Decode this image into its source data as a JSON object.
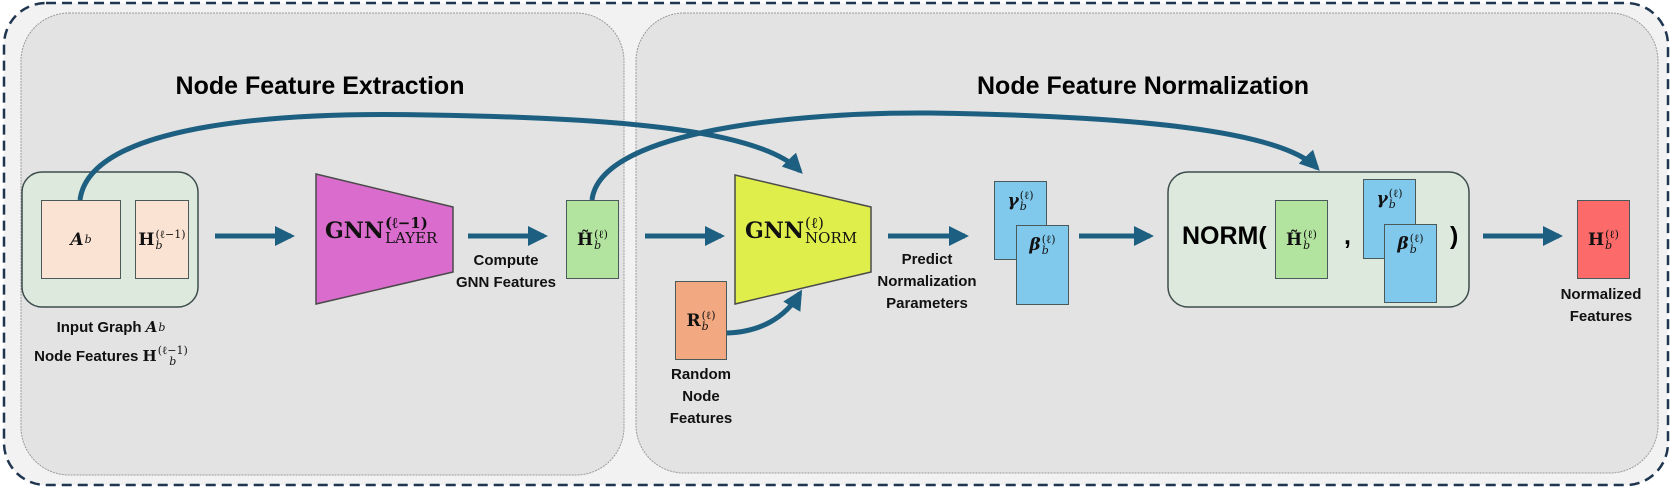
{
  "colors": {
    "accent_arrow": "#1d5f80",
    "panel": "#e3e3e3",
    "group": "#dde9dc",
    "input_box": "#fbe3d4",
    "gnn_layer": "#d96ccc",
    "gnn_norm": "#dfee4a",
    "h_tilde": "#b2e39f",
    "random": "#f2a982",
    "param": "#80c9ec",
    "output": "#fd6a6a",
    "outline": "#1f3550"
  },
  "panels": {
    "left_title": "Node Feature Extraction",
    "right_title": "Node Feature Normalization"
  },
  "input": {
    "adj": {
      "base": "A",
      "sub": "b",
      "sup": ""
    },
    "feat": {
      "base": "H",
      "sub": "b",
      "sup": "(ℓ−1)"
    },
    "caption_line1": "Input Graph",
    "caption_line1_math": {
      "base": "A",
      "sub": "b",
      "sup": ""
    },
    "caption_line2": "Node Features",
    "caption_line2_math": {
      "base": "H",
      "sub": "b",
      "sup": "(ℓ−1)"
    }
  },
  "gnn_layer": {
    "base": "GNN",
    "sup": "(ℓ−1)",
    "sub": "LAYER"
  },
  "compute_caption": [
    "Compute",
    "GNN Features"
  ],
  "h_tilde": {
    "base": "H̃",
    "sub": "b",
    "sup": "(ℓ)"
  },
  "gnn_norm": {
    "base": "GNN",
    "sup": "(ℓ)",
    "sub": "NORM"
  },
  "random": {
    "base": "R",
    "sub": "b",
    "sup": "(ℓ)",
    "caption": [
      "Random",
      "Node",
      "Features"
    ]
  },
  "predict_caption": [
    "Predict",
    "Normalization",
    "Parameters"
  ],
  "gamma": {
    "base": "γ",
    "sub": "b",
    "sup": "(ℓ)"
  },
  "beta": {
    "base": "β",
    "sub": "b",
    "sup": "(ℓ)"
  },
  "norm_expr": {
    "open": "NORM(",
    "comma": ",",
    "close": ")"
  },
  "output": {
    "base": "H",
    "sub": "b",
    "sup": "(ℓ)",
    "caption": [
      "Normalized",
      "Features"
    ]
  }
}
